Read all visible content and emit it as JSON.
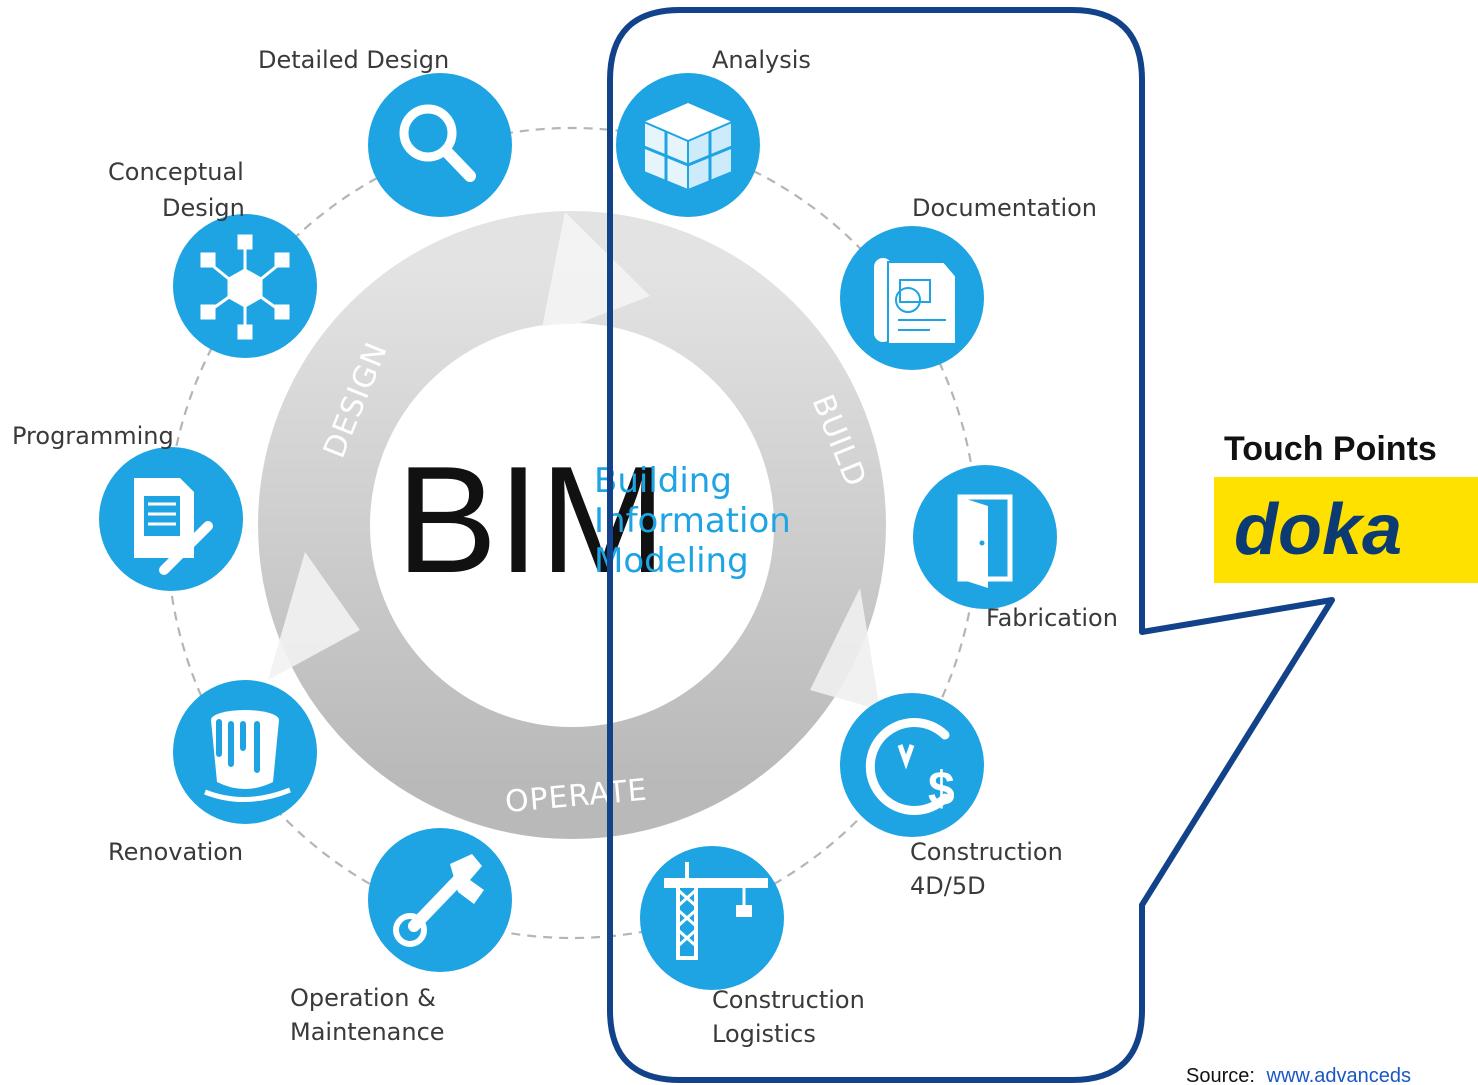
{
  "diagram": {
    "center": {
      "acronym": "BIM",
      "subtitle_lines": [
        "Building",
        "Information",
        "Modeling"
      ]
    },
    "phases": [
      "DESIGN",
      "BUILD",
      "OPERATE"
    ],
    "steps": [
      {
        "label_lines": [
          "Analysis"
        ],
        "icon": "cube-grid-icon"
      },
      {
        "label_lines": [
          "Documentation"
        ],
        "icon": "blueprint-icon"
      },
      {
        "label_lines": [
          "Fabrication"
        ],
        "icon": "door-icon"
      },
      {
        "label_lines": [
          "Construction",
          "4D/5D"
        ],
        "icon": "clock-dollar-icon"
      },
      {
        "label_lines": [
          "Construction",
          "Logistics"
        ],
        "icon": "crane-icon"
      },
      {
        "label_lines": [
          "Operation &",
          "Maintenance"
        ],
        "icon": "wrench-icon"
      },
      {
        "label_lines": [
          "Renovation"
        ],
        "icon": "paint-bucket-icon"
      },
      {
        "label_lines": [
          "Programming"
        ],
        "icon": "document-pencil-icon"
      },
      {
        "label_lines": [
          "Conceptual",
          "Design"
        ],
        "icon": "network-nodes-icon"
      },
      {
        "label_lines": [
          "Detailed Design"
        ],
        "icon": "magnifier-icon"
      }
    ],
    "callout": {
      "title": "Touch Points",
      "logo_text": "doka"
    },
    "source": {
      "prefix": "Source:",
      "link_text": "www.advanceds"
    }
  },
  "colors": {
    "accent": "#1fa4e3",
    "callout_border": "#12428a",
    "ring": "#c9c9c9",
    "logo_background": "#ffe100",
    "logo_text": "#0c3b73"
  }
}
